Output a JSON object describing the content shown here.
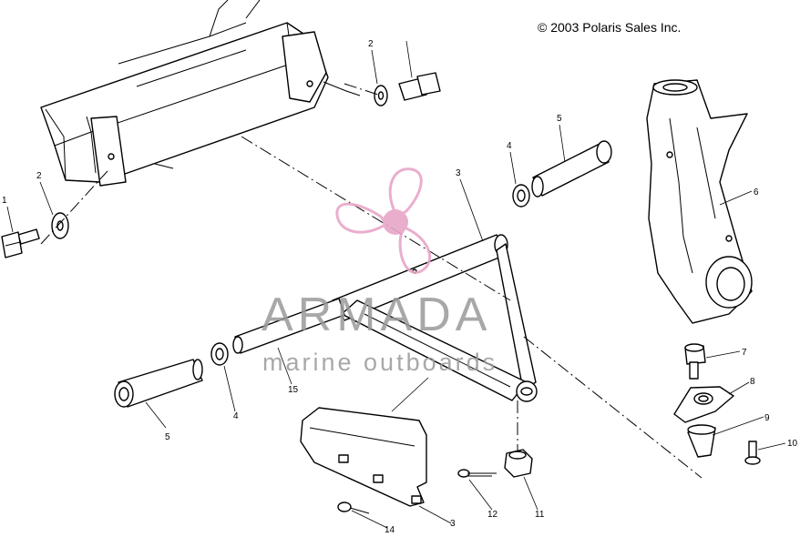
{
  "copyright": "© 2003 Polaris Sales Inc.",
  "watermark": {
    "title": "ARMADA",
    "subtitle": "marine outboards",
    "accent_color": "#e8a6c8"
  },
  "callouts": [
    {
      "id": "c1",
      "label": "1"
    },
    {
      "id": "c2a",
      "label": "2"
    },
    {
      "id": "c2b",
      "label": "2"
    },
    {
      "id": "c3a",
      "label": "3"
    },
    {
      "id": "c3b",
      "label": "3"
    },
    {
      "id": "c4a",
      "label": "4"
    },
    {
      "id": "c4b",
      "label": "4"
    },
    {
      "id": "c5a",
      "label": "5"
    },
    {
      "id": "c5b",
      "label": "5"
    },
    {
      "id": "c6",
      "label": "6"
    },
    {
      "id": "c7",
      "label": "7"
    },
    {
      "id": "c8",
      "label": "8"
    },
    {
      "id": "c9",
      "label": "9"
    },
    {
      "id": "c10",
      "label": "10"
    },
    {
      "id": "c11",
      "label": "11"
    },
    {
      "id": "c12",
      "label": "12"
    },
    {
      "id": "c14",
      "label": "14"
    },
    {
      "id": "c15",
      "label": "15"
    }
  ]
}
